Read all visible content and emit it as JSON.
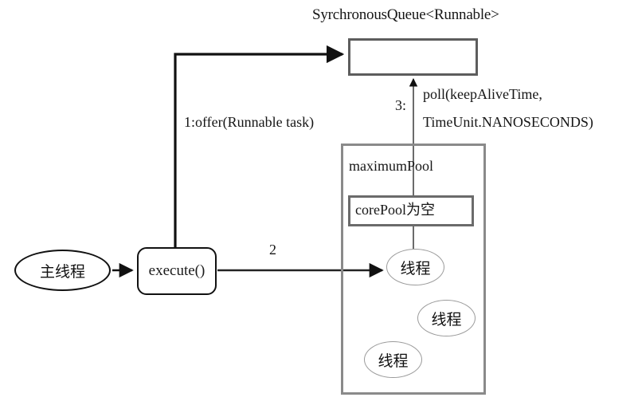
{
  "diagram": {
    "title": "SyrchronousQueue<Runnable>",
    "background_color": "#ffffff",
    "nodes": {
      "queue": {
        "label": "",
        "title": "SyrchronousQueue<Runnable>",
        "border_color": "#5d5d5d"
      },
      "maximum_pool": {
        "label": "maximumPool",
        "border_color": "#8a8a8a"
      },
      "core_pool": {
        "label": "corePool为空",
        "border_color": "#6b6b6b"
      },
      "main_thread": {
        "label": "主线程",
        "border_color": "#111111"
      },
      "execute": {
        "label": "execute()",
        "border_color": "#111111"
      },
      "workers": [
        {
          "label": "线程"
        },
        {
          "label": "线程"
        },
        {
          "label": "线程"
        }
      ]
    },
    "edges": {
      "offer": {
        "label": "1:offer(Runnable task)",
        "from": "execute",
        "to": "queue"
      },
      "dispatch": {
        "label": "2",
        "from": "execute",
        "to": "worker-1"
      },
      "poll": {
        "step": "3:",
        "label_line_1": "poll(keepAliveTime,",
        "label_line_2": "TimeUnit.NANOSECONDS)",
        "from": "worker-1",
        "to": "queue"
      },
      "submit": {
        "label": "",
        "from": "main_thread",
        "to": "execute"
      }
    }
  }
}
